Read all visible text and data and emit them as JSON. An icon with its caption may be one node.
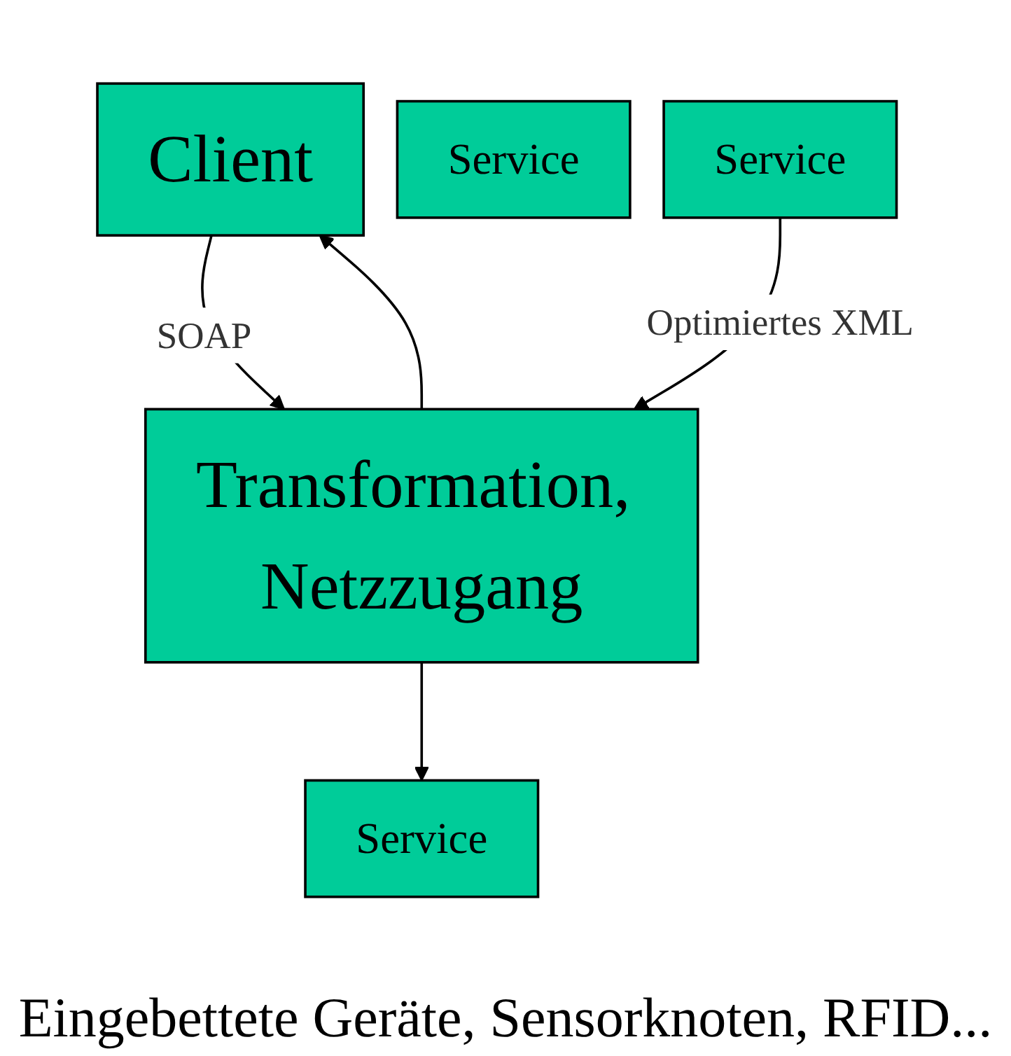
{
  "diagram": {
    "nodes": [
      {
        "text": [
          "Client"
        ]
      },
      {
        "text": [
          "Transformation, Netzzugang"
        ]
      },
      {
        "text": [
          "Service"
        ]
      },
      {
        "text": [
          "Service"
        ]
      },
      {
        "text": [
          "Service"
        ]
      }
    ],
    "edges": [
      {
        "from": 0,
        "to": 1,
        "arrow": "to",
        "label": "SOAP"
      },
      {
        "from": 1,
        "to": 0,
        "arrow": "to"
      },
      {
        "from": 1,
        "to": 2,
        "arrow": "to"
      },
      {
        "from": 4,
        "to": 1,
        "arrow": "to",
        "label": "Optimiertes XML"
      }
    ],
    "labels": [
      "Eingebettete Geräte, Sensorknoten, RFID..."
    ]
  }
}
